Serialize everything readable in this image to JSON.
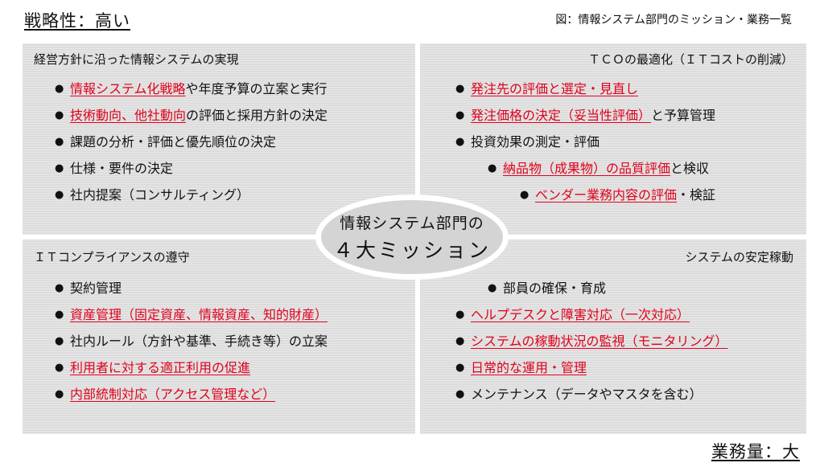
{
  "header": {
    "strategic_label": "戦略性：高い",
    "caption": "図：情報システム部門のミッション・業務一覧"
  },
  "footer": {
    "volume_label": "業務量：大"
  },
  "center": {
    "line1": "情報システム部門の",
    "line2": "４大ミッション"
  },
  "colors": {
    "highlight": "#e0001b",
    "panel": "#dcdcdc",
    "ellipse": "#d4d4d4"
  },
  "bullet_glyph": "●",
  "quadrants": {
    "top_left": {
      "title": "経営方針に沿った情報システムの実現",
      "items": [
        {
          "red": "情報システム化戦略",
          "black": "や年度予算の立案と実行"
        },
        {
          "red": "技術動向、他社動向",
          "black": "の評価と採用方針の決定"
        },
        {
          "red": "",
          "black": "課題の分析・評価と優先順位の決定"
        },
        {
          "red": "",
          "black": "仕様・要件の決定"
        },
        {
          "red": "",
          "black": "社内提案（コンサルティング）"
        }
      ]
    },
    "top_right": {
      "title": "ＴＣＯの最適化（ＩＴコストの削減）",
      "items": [
        {
          "red": "発注先の評価と選定・見直し",
          "black": ""
        },
        {
          "red": "発注価格の決定（妥当性評価）",
          "black": "と予算管理"
        },
        {
          "red": "",
          "black": "投資効果の測定・評価"
        },
        {
          "red": "納品物（成果物）の品質評価",
          "black": "と検収"
        },
        {
          "red": "ベンダー業務内容の評価",
          "black": "・検証"
        }
      ]
    },
    "bottom_left": {
      "title": "ＩＴコンプライアンスの遵守",
      "items": [
        {
          "red": "",
          "black": "契約管理"
        },
        {
          "red": "資産管理（固定資産、情報資産、知的財産）",
          "black": ""
        },
        {
          "red": "",
          "black": "社内ルール（方針や基準、手続き等）の立案"
        },
        {
          "red": "利用者に対する適正利用の促進",
          "black": ""
        },
        {
          "red": "内部統制対応（アクセス管理など）",
          "black": ""
        }
      ]
    },
    "bottom_right": {
      "title": "システムの安定稼動",
      "items": [
        {
          "red": "",
          "black": "部員の確保・育成"
        },
        {
          "red": "ヘルプデスクと障害対応（一次対応）",
          "black": ""
        },
        {
          "red": "システムの稼動状況の監視（モニタリング）",
          "black": ""
        },
        {
          "red": "日常的な運用・管理",
          "black": ""
        },
        {
          "red": "",
          "black": "メンテナンス（データやマスタを含む）"
        }
      ]
    }
  }
}
